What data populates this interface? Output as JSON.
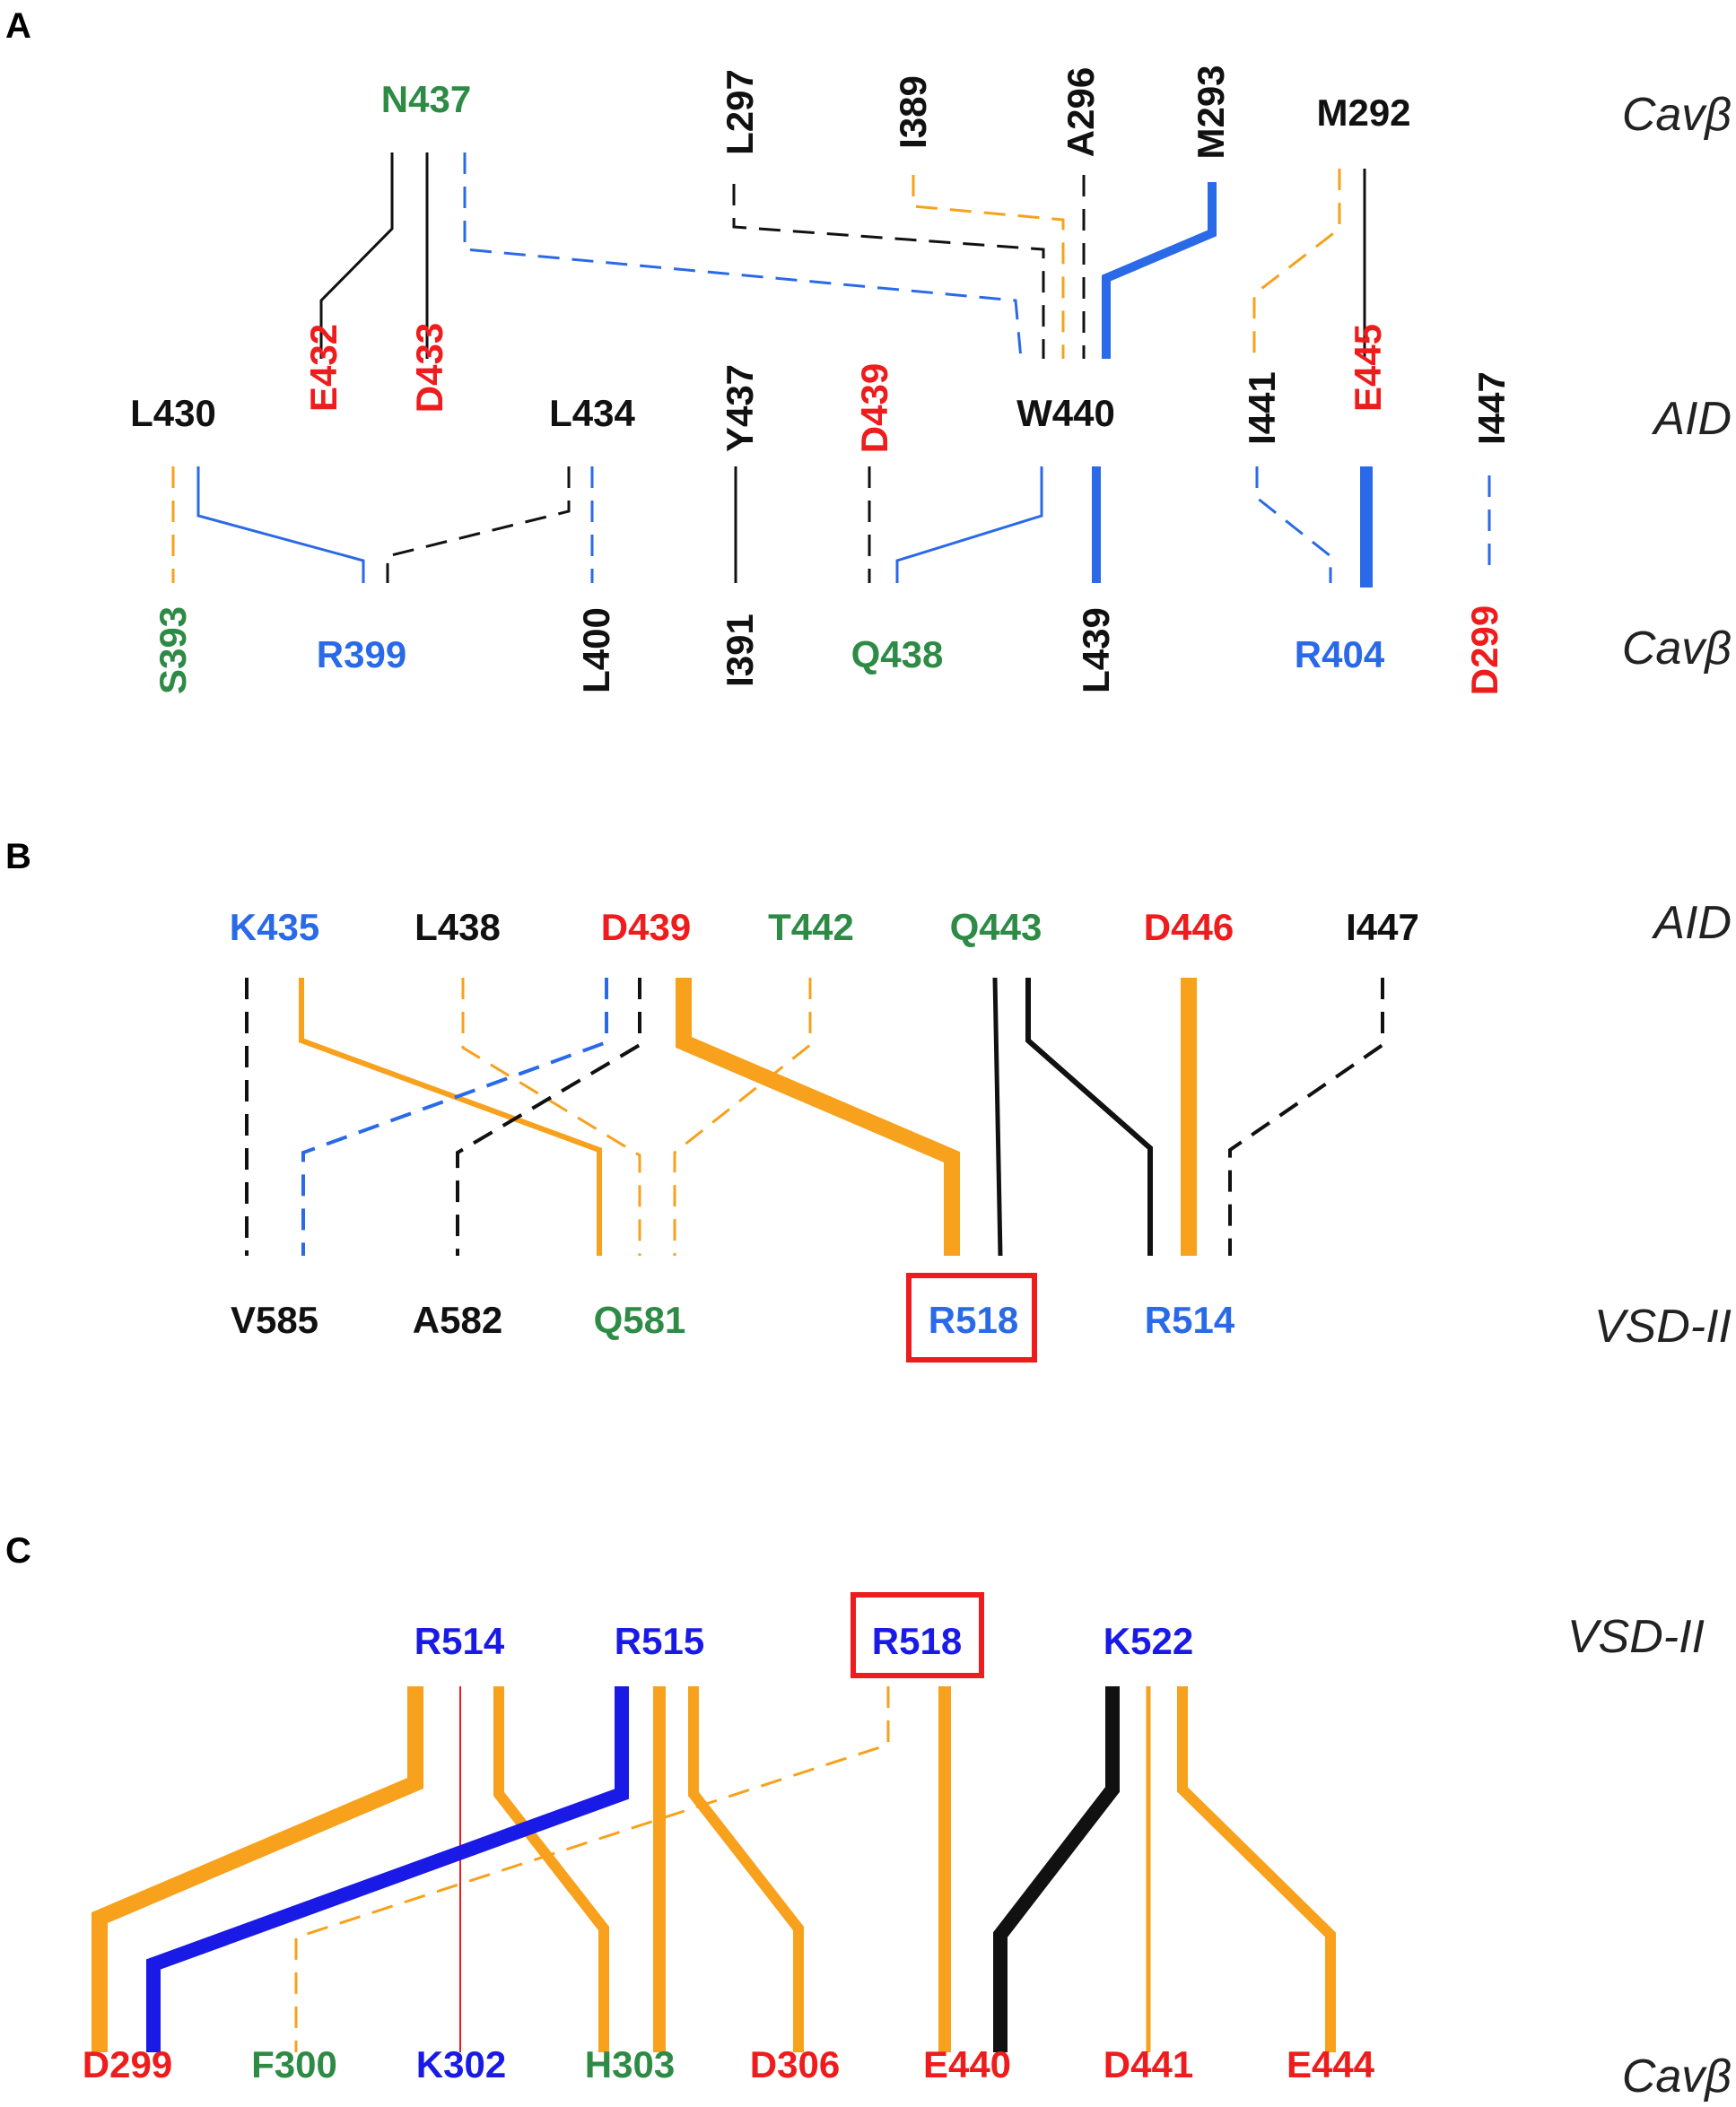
{
  "colors": {
    "black": "#111111",
    "red": "#ee1c1c",
    "green": "#2e8b45",
    "blue": "#2a6ae8",
    "darkblue": "#1a1ae6",
    "orange": "#f7a11c",
    "highlight_box": "#ee1c1c"
  },
  "panels": [
    {
      "id": "A",
      "rows": [
        "Cavβ",
        "AID",
        "Cavβ"
      ],
      "residues": [
        {
          "text": "N437",
          "color": "green"
        },
        {
          "text": "L297",
          "color": "black"
        },
        {
          "text": "I389",
          "color": "black"
        },
        {
          "text": "A296",
          "color": "black"
        },
        {
          "text": "M293",
          "color": "black"
        },
        {
          "text": "M292",
          "color": "black"
        },
        {
          "text": "L430",
          "color": "black"
        },
        {
          "text": "E432",
          "color": "red"
        },
        {
          "text": "D433",
          "color": "red"
        },
        {
          "text": "L434",
          "color": "black"
        },
        {
          "text": "Y437",
          "color": "black"
        },
        {
          "text": "D439",
          "color": "red"
        },
        {
          "text": "W440",
          "color": "black"
        },
        {
          "text": "I441",
          "color": "black"
        },
        {
          "text": "E445",
          "color": "red"
        },
        {
          "text": "I447",
          "color": "black"
        },
        {
          "text": "S393",
          "color": "green"
        },
        {
          "text": "R399",
          "color": "blue"
        },
        {
          "text": "L400",
          "color": "black"
        },
        {
          "text": "I391",
          "color": "black"
        },
        {
          "text": "Q438",
          "color": "green"
        },
        {
          "text": "L439",
          "color": "black"
        },
        {
          "text": "R404",
          "color": "blue"
        },
        {
          "text": "D299",
          "color": "red"
        }
      ]
    },
    {
      "id": "B",
      "rows": [
        "AID",
        "VSD-II"
      ],
      "residues": [
        {
          "text": "K435",
          "color": "blue"
        },
        {
          "text": "L438",
          "color": "black"
        },
        {
          "text": "D439",
          "color": "red"
        },
        {
          "text": "T442",
          "color": "green"
        },
        {
          "text": "Q443",
          "color": "green"
        },
        {
          "text": "D446",
          "color": "red"
        },
        {
          "text": "I447",
          "color": "black"
        },
        {
          "text": "V585",
          "color": "black"
        },
        {
          "text": "A582",
          "color": "black"
        },
        {
          "text": "Q581",
          "color": "green"
        },
        {
          "text": "R518",
          "color": "blue",
          "boxed": true
        },
        {
          "text": "R514",
          "color": "blue"
        }
      ]
    },
    {
      "id": "C",
      "rows": [
        "VSD-II",
        "Cavβ"
      ],
      "residues": [
        {
          "text": "R514",
          "color": "darkblue"
        },
        {
          "text": "R515",
          "color": "darkblue"
        },
        {
          "text": "R518",
          "color": "darkblue",
          "boxed": true
        },
        {
          "text": "K522",
          "color": "darkblue"
        },
        {
          "text": "D299",
          "color": "red"
        },
        {
          "text": "F300",
          "color": "green"
        },
        {
          "text": "K302",
          "color": "darkblue"
        },
        {
          "text": "H303",
          "color": "green"
        },
        {
          "text": "D306",
          "color": "red"
        },
        {
          "text": "E440",
          "color": "red"
        },
        {
          "text": "D441",
          "color": "red"
        },
        {
          "text": "E444",
          "color": "red"
        }
      ]
    }
  ],
  "interactions": [
    {
      "panel": "A",
      "from": "N437",
      "to": "E432",
      "color": "black",
      "style": "solid",
      "weight": 3
    },
    {
      "panel": "A",
      "from": "N437",
      "to": "D433",
      "color": "black",
      "style": "solid",
      "weight": 3
    },
    {
      "panel": "A",
      "from": "N437",
      "to": "W440",
      "color": "blue",
      "style": "dashed",
      "weight": 3
    },
    {
      "panel": "A",
      "from": "L297",
      "to": "W440",
      "color": "black",
      "style": "dashed",
      "weight": 3
    },
    {
      "panel": "A",
      "from": "I389",
      "to": "W440",
      "color": "orange",
      "style": "dashed",
      "weight": 3
    },
    {
      "panel": "A",
      "from": "A296",
      "to": "W440",
      "color": "black",
      "style": "dashed",
      "weight": 3
    },
    {
      "panel": "A",
      "from": "M293",
      "to": "W440",
      "color": "blue",
      "style": "solid",
      "weight": 10
    },
    {
      "panel": "A",
      "from": "M292",
      "to": "I441",
      "color": "orange",
      "style": "dashed",
      "weight": 3
    },
    {
      "panel": "A",
      "from": "M292",
      "to": "E445",
      "color": "black",
      "style": "solid",
      "weight": 3
    },
    {
      "panel": "A",
      "from": "L430",
      "to": "S393",
      "color": "orange",
      "style": "dashed",
      "weight": 3
    },
    {
      "panel": "A",
      "from": "L430",
      "to": "R399",
      "color": "blue",
      "style": "solid",
      "weight": 3
    },
    {
      "panel": "A",
      "from": "L434",
      "to": "R399",
      "color": "black",
      "style": "dashed",
      "weight": 3
    },
    {
      "panel": "A",
      "from": "L434",
      "to": "L400",
      "color": "blue",
      "style": "dashed",
      "weight": 3
    },
    {
      "panel": "A",
      "from": "Y437",
      "to": "I391",
      "color": "black",
      "style": "solid",
      "weight": 3
    },
    {
      "panel": "A",
      "from": "D439",
      "to": "Q438",
      "color": "black",
      "style": "dashed",
      "weight": 3
    },
    {
      "panel": "A",
      "from": "W440",
      "to": "Q438",
      "color": "blue",
      "style": "solid",
      "weight": 3
    },
    {
      "panel": "A",
      "from": "W440",
      "to": "L439",
      "color": "blue",
      "style": "solid",
      "weight": 10
    },
    {
      "panel": "A",
      "from": "I441",
      "to": "R404",
      "color": "blue",
      "style": "dashed",
      "weight": 3
    },
    {
      "panel": "A",
      "from": "E445",
      "to": "R404",
      "color": "blue",
      "style": "solid",
      "weight": 14
    },
    {
      "panel": "A",
      "from": "I447",
      "to": "D299",
      "color": "blue",
      "style": "dashed",
      "weight": 3
    },
    {
      "panel": "B",
      "from": "K435",
      "to": "V585",
      "color": "black",
      "style": "dashed",
      "weight": 4
    },
    {
      "panel": "B",
      "from": "K435",
      "to": "Q581",
      "color": "orange",
      "style": "solid",
      "weight": 6
    },
    {
      "panel": "B",
      "from": "L438",
      "to": "Q581",
      "color": "orange",
      "style": "dashed",
      "weight": 3
    },
    {
      "panel": "B",
      "from": "D439",
      "to": "V585",
      "color": "blue",
      "style": "dashed",
      "weight": 4
    },
    {
      "panel": "B",
      "from": "D439",
      "to": "A582",
      "color": "black",
      "style": "dashed",
      "weight": 4
    },
    {
      "panel": "B",
      "from": "D439",
      "to": "R518",
      "color": "orange",
      "style": "solid",
      "weight": 18
    },
    {
      "panel": "B",
      "from": "T442",
      "to": "Q581",
      "color": "orange",
      "style": "dashed",
      "weight": 3
    },
    {
      "panel": "B",
      "from": "Q443",
      "to": "R518",
      "color": "black",
      "style": "solid",
      "weight": 5
    },
    {
      "panel": "B",
      "from": "Q443",
      "to": "R514",
      "color": "black",
      "style": "solid",
      "weight": 6
    },
    {
      "panel": "B",
      "from": "D446",
      "to": "R514",
      "color": "orange",
      "style": "solid",
      "weight": 18
    },
    {
      "panel": "B",
      "from": "I447",
      "to": "R514",
      "color": "black",
      "style": "dashed",
      "weight": 4
    },
    {
      "panel": "C",
      "from": "R514",
      "to": "D299",
      "color": "orange",
      "style": "solid",
      "weight": 18
    },
    {
      "panel": "C",
      "from": "R514",
      "to": "K302",
      "color": "red",
      "style": "solid",
      "weight": 2
    },
    {
      "panel": "C",
      "from": "R514",
      "to": "H303",
      "color": "orange",
      "style": "solid",
      "weight": 12
    },
    {
      "panel": "C",
      "from": "R515",
      "to": "D299",
      "color": "darkblue",
      "style": "solid",
      "weight": 16
    },
    {
      "panel": "C",
      "from": "R515",
      "to": "H303",
      "color": "orange",
      "style": "solid",
      "weight": 14
    },
    {
      "panel": "C",
      "from": "R515",
      "to": "D306",
      "color": "orange",
      "style": "solid",
      "weight": 12
    },
    {
      "panel": "C",
      "from": "R518",
      "to": "F300",
      "color": "orange",
      "style": "dashed",
      "weight": 3
    },
    {
      "panel": "C",
      "from": "R518",
      "to": "E440",
      "color": "orange",
      "style": "solid",
      "weight": 14
    },
    {
      "panel": "C",
      "from": "K522",
      "to": "E440",
      "color": "black",
      "style": "solid",
      "weight": 16
    },
    {
      "panel": "C",
      "from": "K522",
      "to": "D441",
      "color": "orange",
      "style": "solid",
      "weight": 5
    },
    {
      "panel": "C",
      "from": "K522",
      "to": "E444",
      "color": "orange",
      "style": "solid",
      "weight": 12
    }
  ]
}
